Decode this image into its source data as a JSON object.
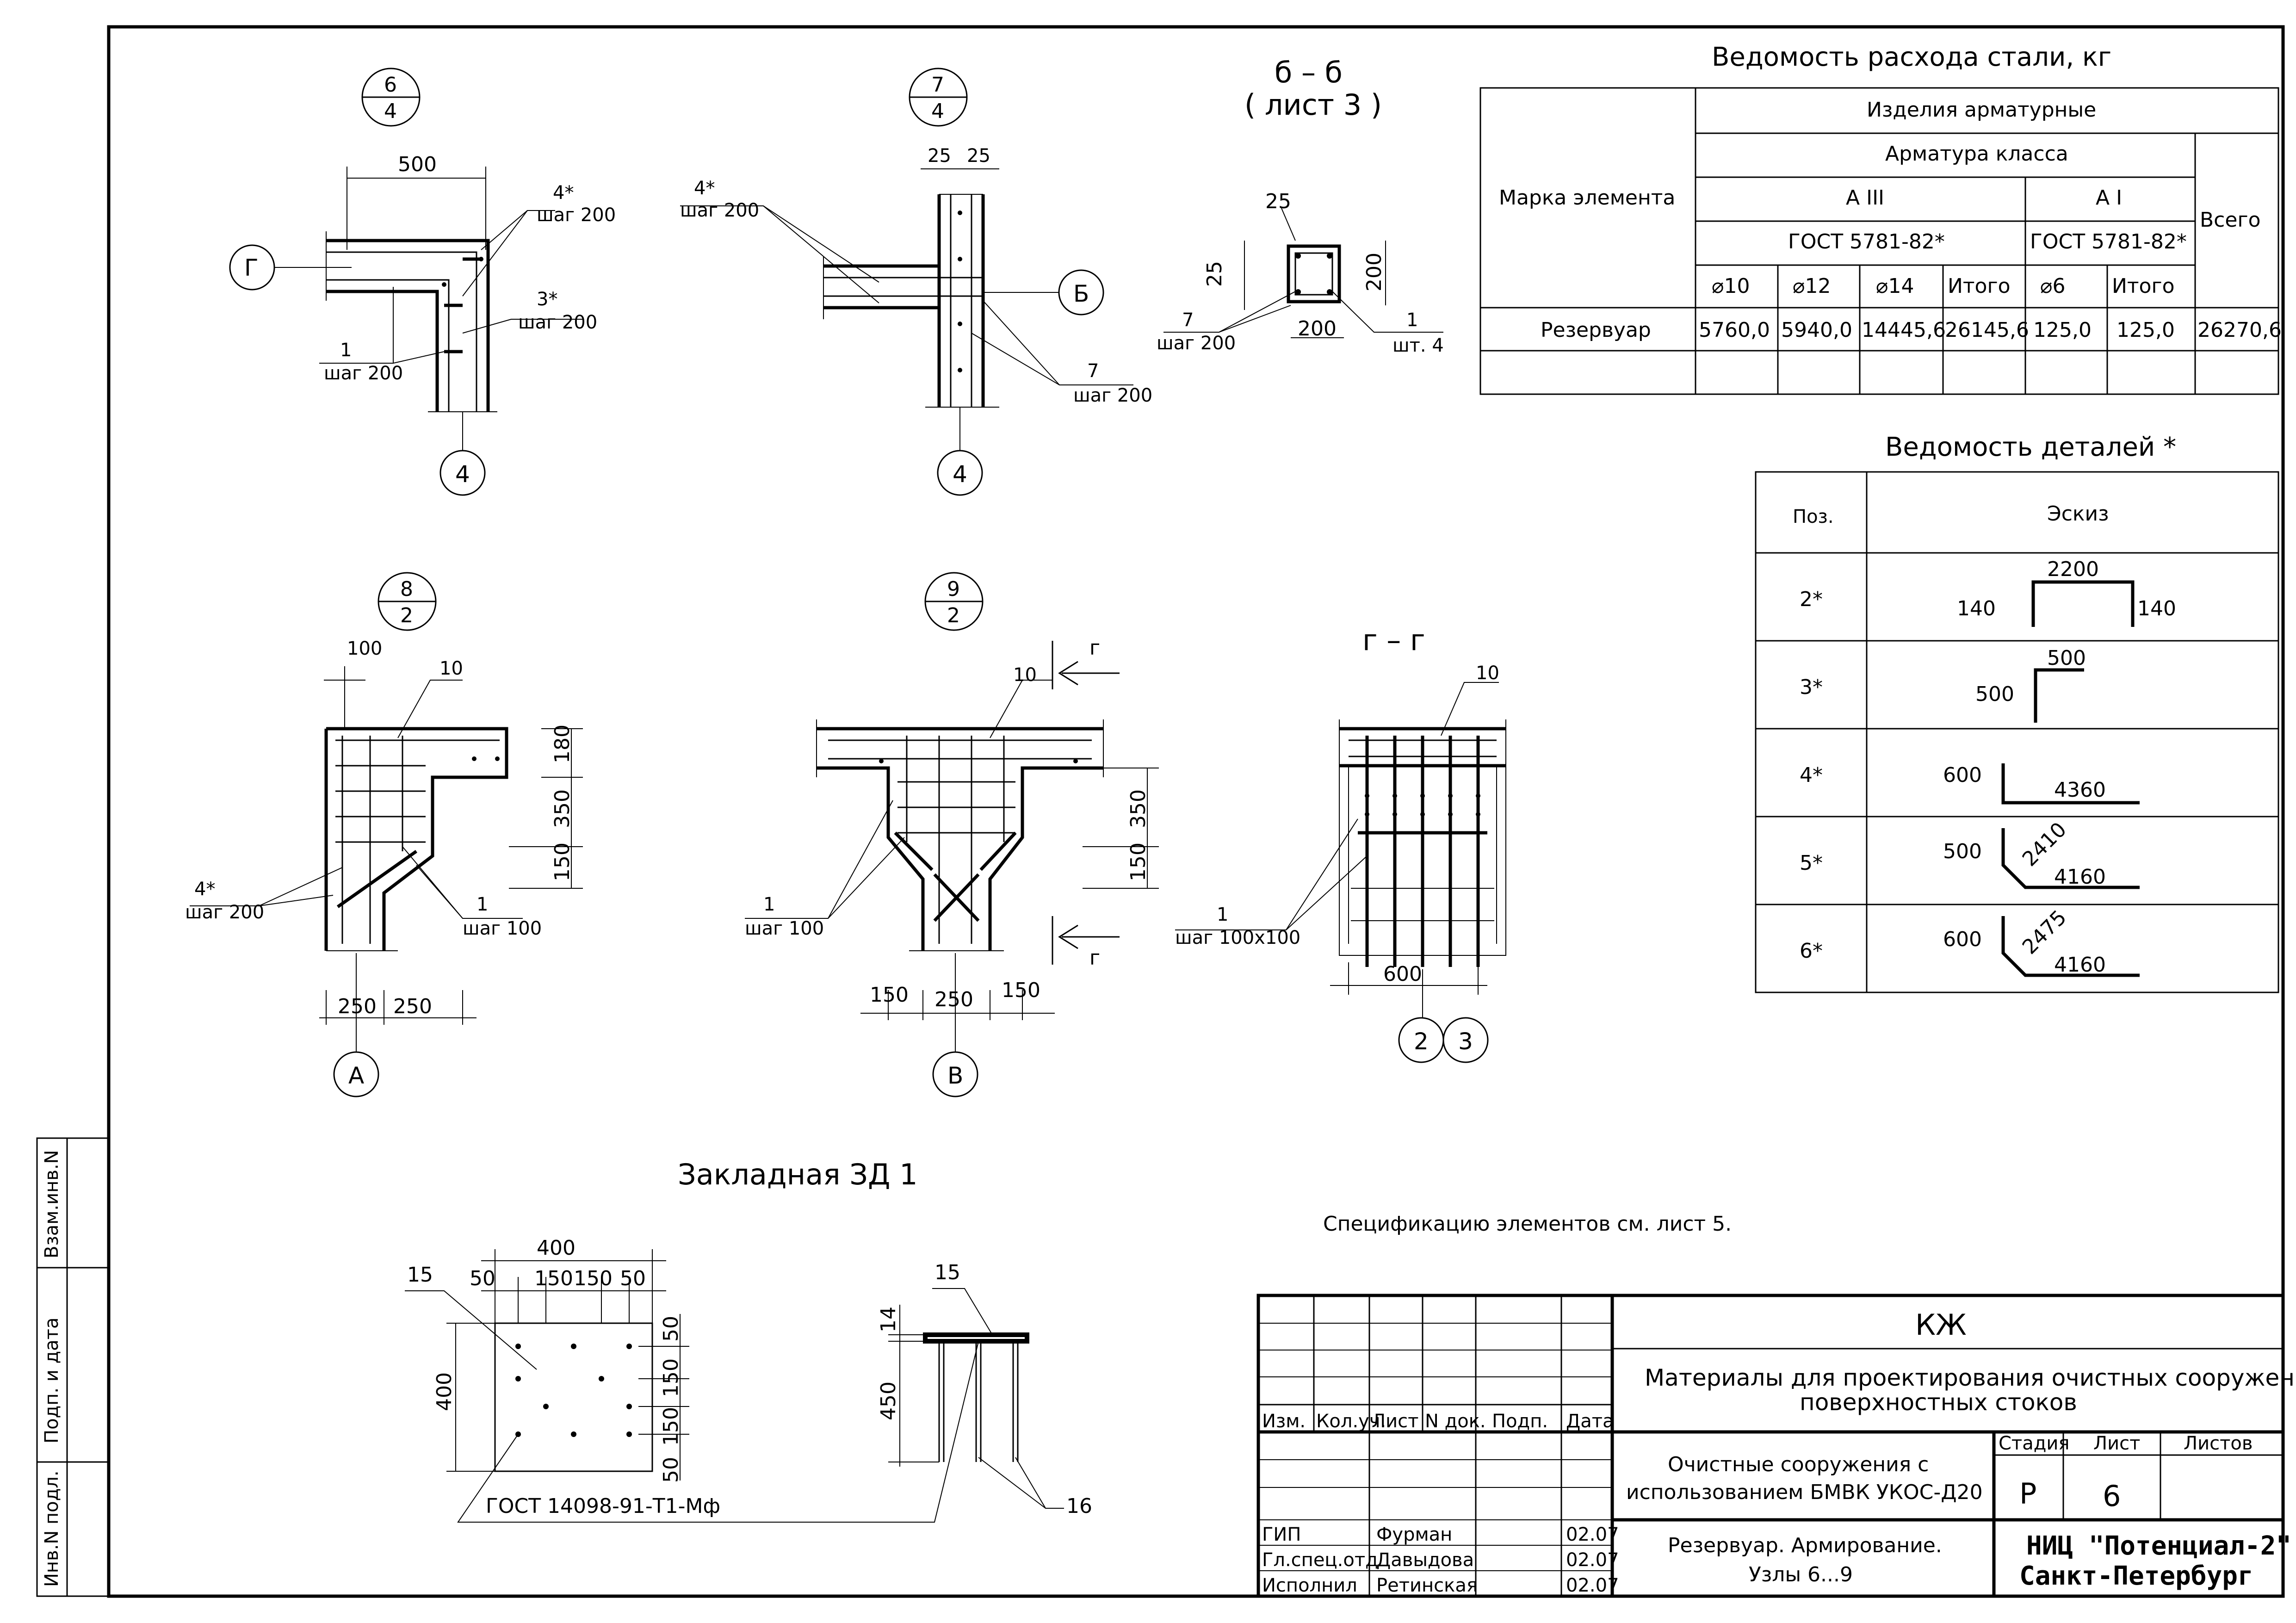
{
  "steel_table": {
    "title": "Ведомость расхода стали, кг",
    "col_mark": "Марка элемента",
    "group": "Изделия арматурные",
    "class_header": "Арматура класса",
    "class_a3": "А III",
    "class_a1": "А I",
    "gost_a3": "ГОСТ 5781-82*",
    "gost_a1": "ГОСТ 5781-82*",
    "total_header": "Всего",
    "diam": [
      "⌀10",
      "⌀12",
      "⌀14",
      "Итого",
      "⌀6",
      "Итого"
    ],
    "row": {
      "mark": "Резервуар",
      "values": [
        "5760,0",
        "5940,0",
        "14445,6",
        "26145,6",
        "125,0",
        "125,0",
        "26270,6"
      ]
    }
  },
  "details_table": {
    "title": "Ведомость деталей *",
    "col_pos": "Поз.",
    "col_sketch": "Эскиз",
    "rows": [
      {
        "pos": "2*",
        "a": "2200",
        "b": "140",
        "c": "140"
      },
      {
        "pos": "3*",
        "a": "500",
        "b": "500"
      },
      {
        "pos": "4*",
        "a": "600",
        "b": "4360"
      },
      {
        "pos": "5*",
        "a": "500",
        "b": "2410",
        "c": "4160"
      },
      {
        "pos": "6*",
        "a": "600",
        "b": "2475",
        "c": "4160"
      }
    ]
  },
  "nodes": {
    "n6": {
      "num": "6",
      "den": "4",
      "dim": "500",
      "lbl_4": "4*",
      "lbl_4s": "шаг 200",
      "lbl_3": "3*",
      "lbl_3s": "шаг 200",
      "lbl_1": "1",
      "lbl_1s": "шаг 200",
      "axis_a": "Г",
      "axis_b": "4"
    },
    "n7": {
      "num": "7",
      "den": "4",
      "d1": "25",
      "d2": "25",
      "lbl_4": "4*",
      "lbl_4s": "шаг 200",
      "lbl_7": "7",
      "lbl_7s": "шаг 200",
      "axis_a": "Б",
      "axis_b": "4"
    },
    "sb": {
      "title": "б – б",
      "sub": "( лист 3 )",
      "d25a": "25",
      "d25b": "25",
      "d200a": "200",
      "d200b": "200",
      "lbl_7": "7",
      "lbl_7s": "шаг 200",
      "lbl_1": "1",
      "lbl_1s": "шт. 4"
    },
    "n8": {
      "num": "8",
      "den": "2",
      "d100": "100",
      "lbl_10": "10",
      "d180": "180",
      "d350": "350",
      "d150": "150",
      "lbl_4": "4*",
      "lbl_4s": "шаг 200",
      "lbl_1": "1",
      "lbl_1s": "шаг 100",
      "d250a": "250",
      "d250b": "250",
      "axis": "А"
    },
    "n9": {
      "num": "9",
      "den": "2",
      "cut": "г",
      "lbl_10": "10",
      "d350": "350",
      "d150": "150",
      "lbl_1": "1",
      "lbl_1s": "шаг 100",
      "d150a": "150",
      "d250": "250",
      "d150b": "150",
      "axis": "В"
    },
    "gg": {
      "title": "г – г",
      "lbl_10": "10",
      "lbl_1": "1",
      "lbl_1s": "шаг 100х100",
      "d600": "600",
      "ax1": "2",
      "ax2": "3"
    }
  },
  "embed": {
    "title": "Закладная ЗД 1",
    "d400": "400",
    "d50a": "50",
    "d150a": "150",
    "d150b": "150",
    "d50b": "50",
    "lbl_15": "15",
    "v400": "400",
    "v50a": "50",
    "v150a": "150",
    "v150b": "150",
    "v50b": "50",
    "gost": "ГОСТ 14098-91-Т1-Мф",
    "s_lbl_15": "15",
    "s14": "14",
    "s450": "450",
    "s_lbl_16": "16"
  },
  "note": "Спецификацию элементов см. лист 5.",
  "stamp": {
    "code": "КЖ",
    "project": "Материалы для проектирования очистных сооружений",
    "project2": "поверхностных стоков",
    "cols": [
      "Изм.",
      "Кол.уч.",
      "Лист",
      "N док.",
      "Подп.",
      "Дата"
    ],
    "object1": "Очистные сооружения с",
    "object2": "использованием БМВК УКОС-Д20",
    "h_stage": "Стадия",
    "h_sheet": "Лист",
    "h_sheets": "Листов",
    "stage": "Р",
    "sheet": "6",
    "title1": "Резервуар. Армирование.",
    "title2": "Узлы 6...9",
    "org1": "НИЦ \"Потенциал-2\"",
    "org2": "Санкт-Петербург",
    "people": [
      {
        "role": "ГИП",
        "name": "Фурман",
        "date": "02.07"
      },
      {
        "role": "Гл.спец.отд",
        "name": "Давыдова",
        "date": "02.07"
      },
      {
        "role": "Исполнил",
        "name": "Ретинская",
        "date": "02.07"
      }
    ]
  },
  "side": {
    "l1": "Взам.инв.N",
    "l2": "Подп. и дата",
    "l3": "Инв.N подл."
  }
}
